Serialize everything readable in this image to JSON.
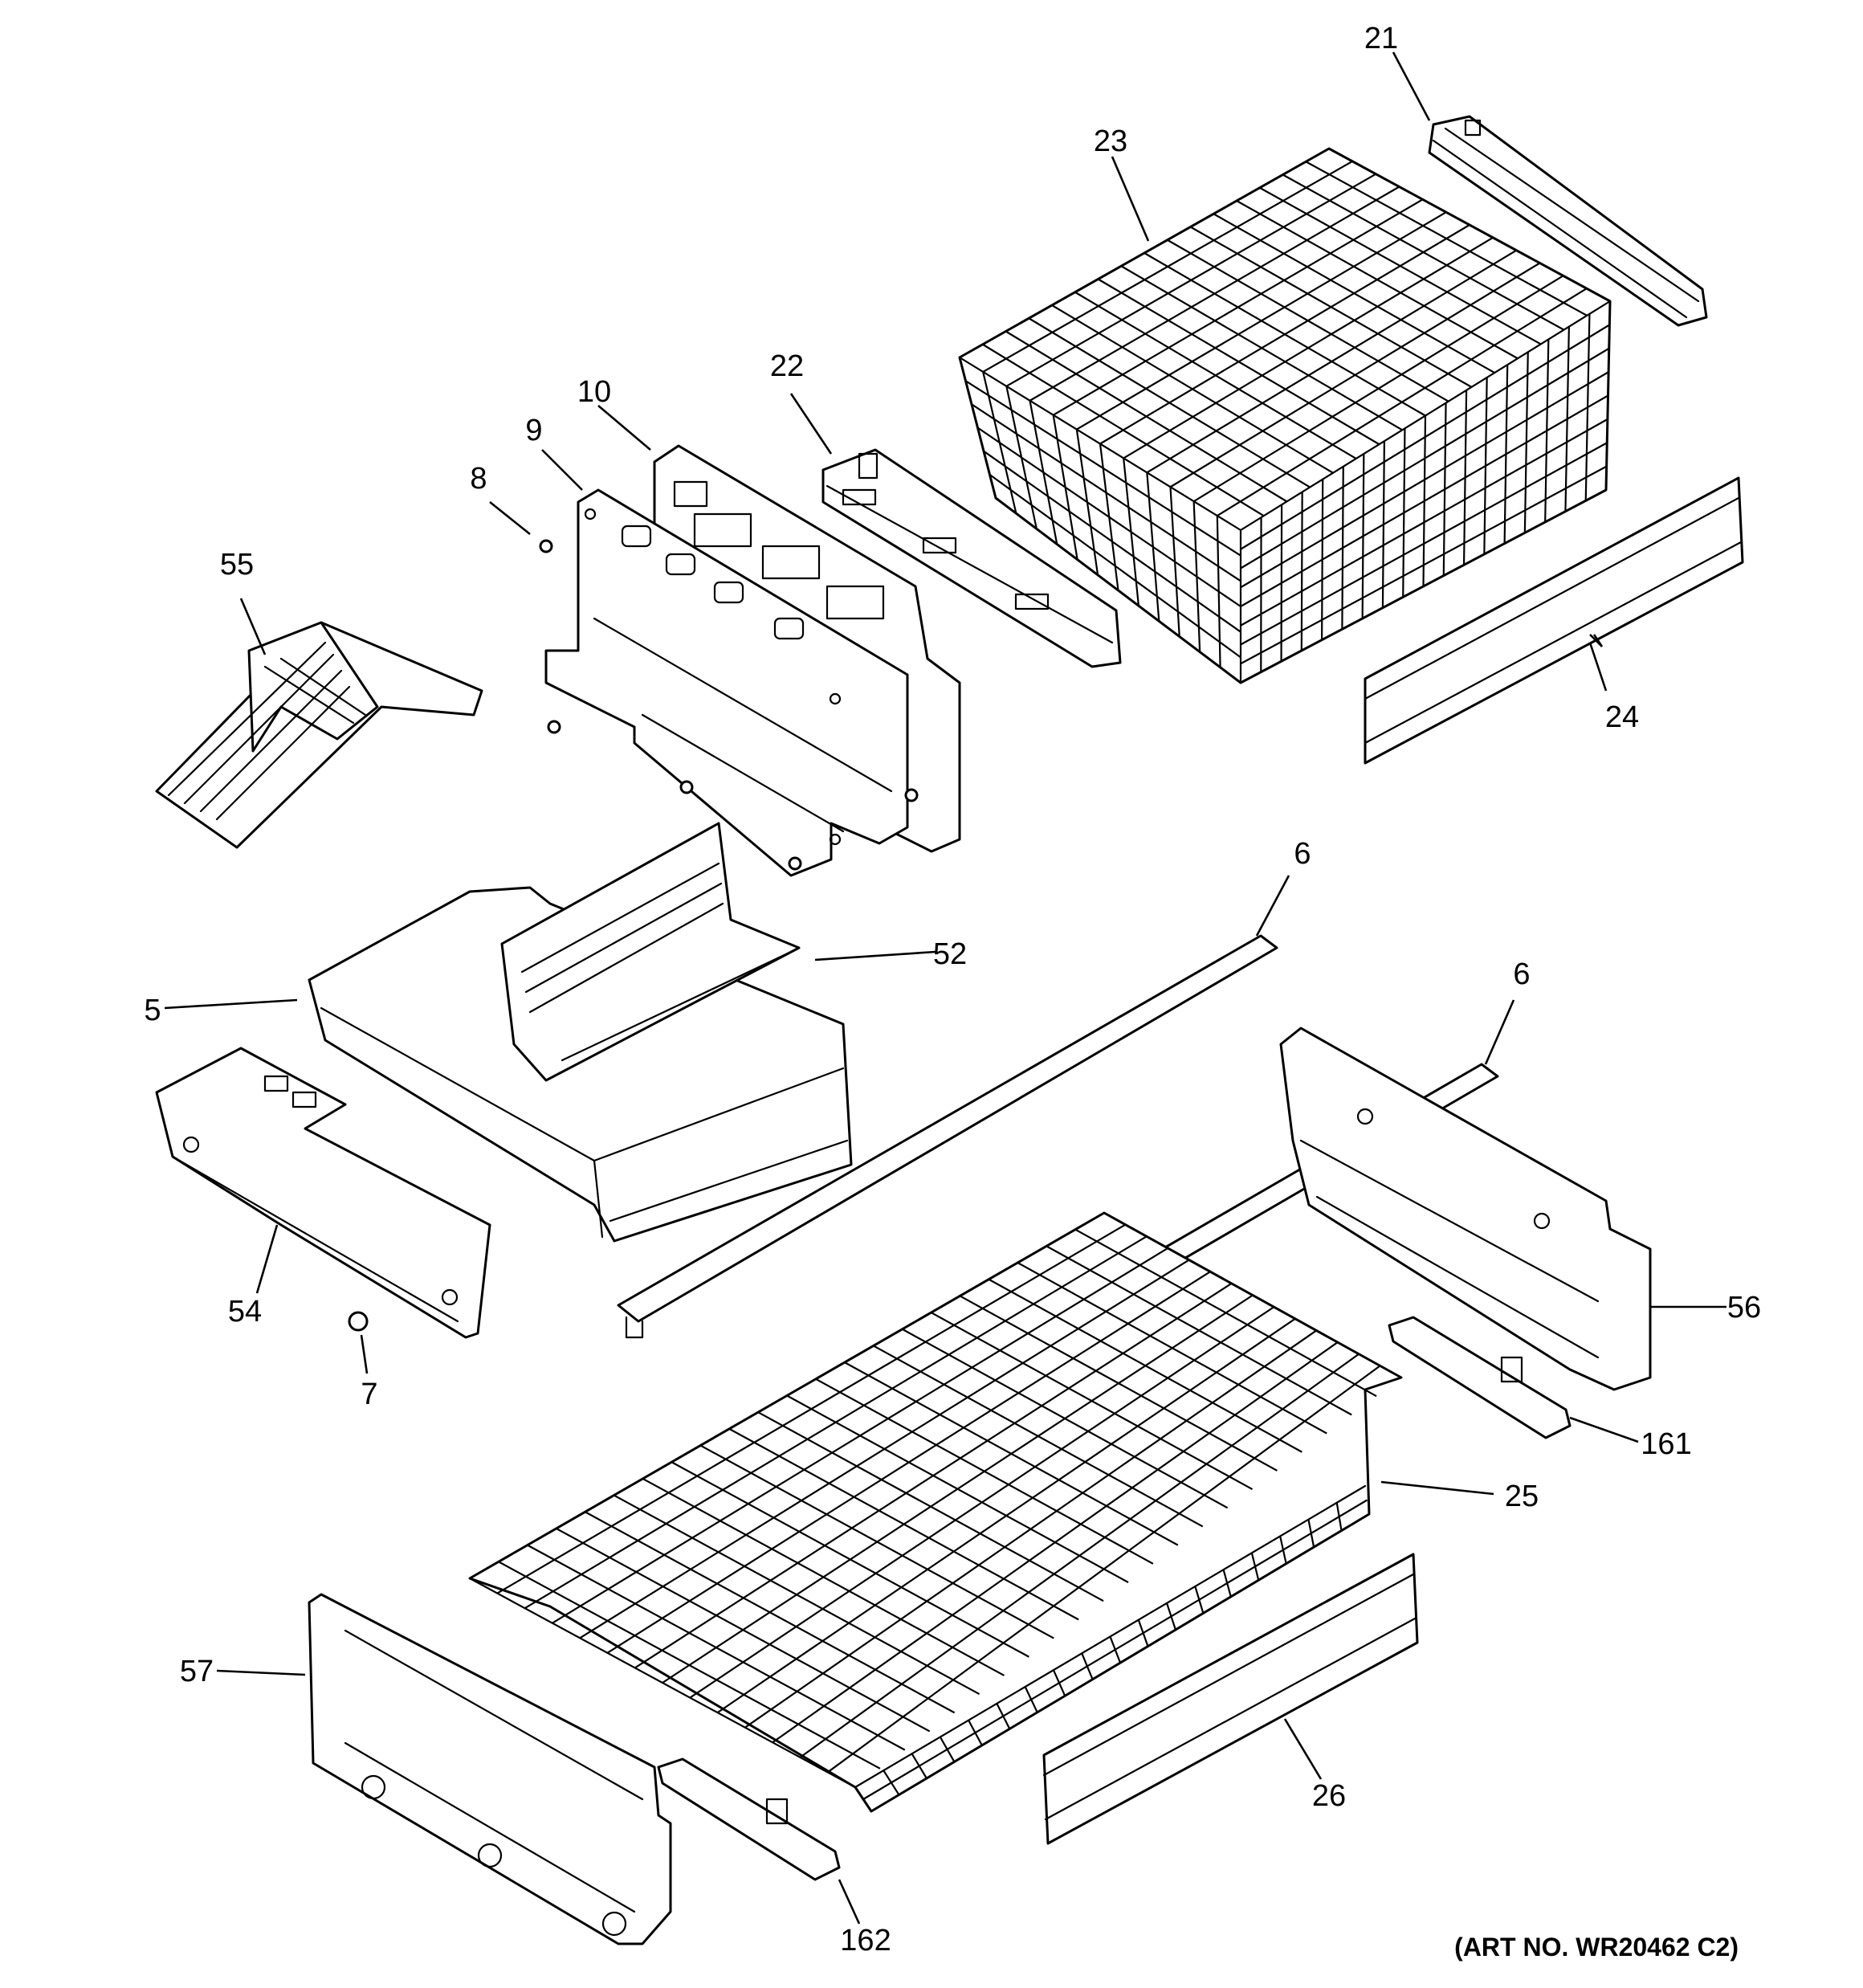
{
  "art_number": "(ART NO. WR20462 C2)",
  "callouts": {
    "c21": "21",
    "c23": "23",
    "c22": "22",
    "c10": "10",
    "c9": "9",
    "c8": "8",
    "c55": "55",
    "c24": "24",
    "c6a": "6",
    "c52": "52",
    "c5": "5",
    "c6b": "6",
    "c56": "56",
    "c54": "54",
    "c7": "7",
    "c161": "161",
    "c25": "25",
    "c57": "57",
    "c26": "26",
    "c162": "162"
  }
}
